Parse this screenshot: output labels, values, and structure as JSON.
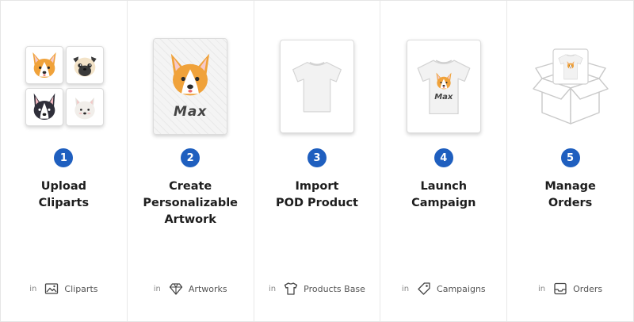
{
  "steps": [
    {
      "number": "1",
      "title": [
        "Upload",
        "Cliparts"
      ],
      "in_label": "in",
      "section": "Cliparts",
      "section_icon": "image-icon"
    },
    {
      "number": "2",
      "title": [
        "Create",
        "Personalizable",
        "Artwork"
      ],
      "in_label": "in",
      "section": "Artworks",
      "section_icon": "diamond-icon",
      "artwork_text": "Max"
    },
    {
      "number": "3",
      "title": [
        "Import",
        "POD Product"
      ],
      "in_label": "in",
      "section": "Products Base",
      "section_icon": "tshirt-icon"
    },
    {
      "number": "4",
      "title": [
        "Launch",
        "Campaign"
      ],
      "in_label": "in",
      "section": "Campaigns",
      "section_icon": "tag-icon",
      "campaign_text": "Max"
    },
    {
      "number": "5",
      "title": [
        "Manage",
        "Orders"
      ],
      "in_label": "in",
      "section": "Orders",
      "section_icon": "inbox-icon"
    }
  ],
  "colors": {
    "badge": "#1f5fbf",
    "corgi_orange": "#f0a23a"
  }
}
